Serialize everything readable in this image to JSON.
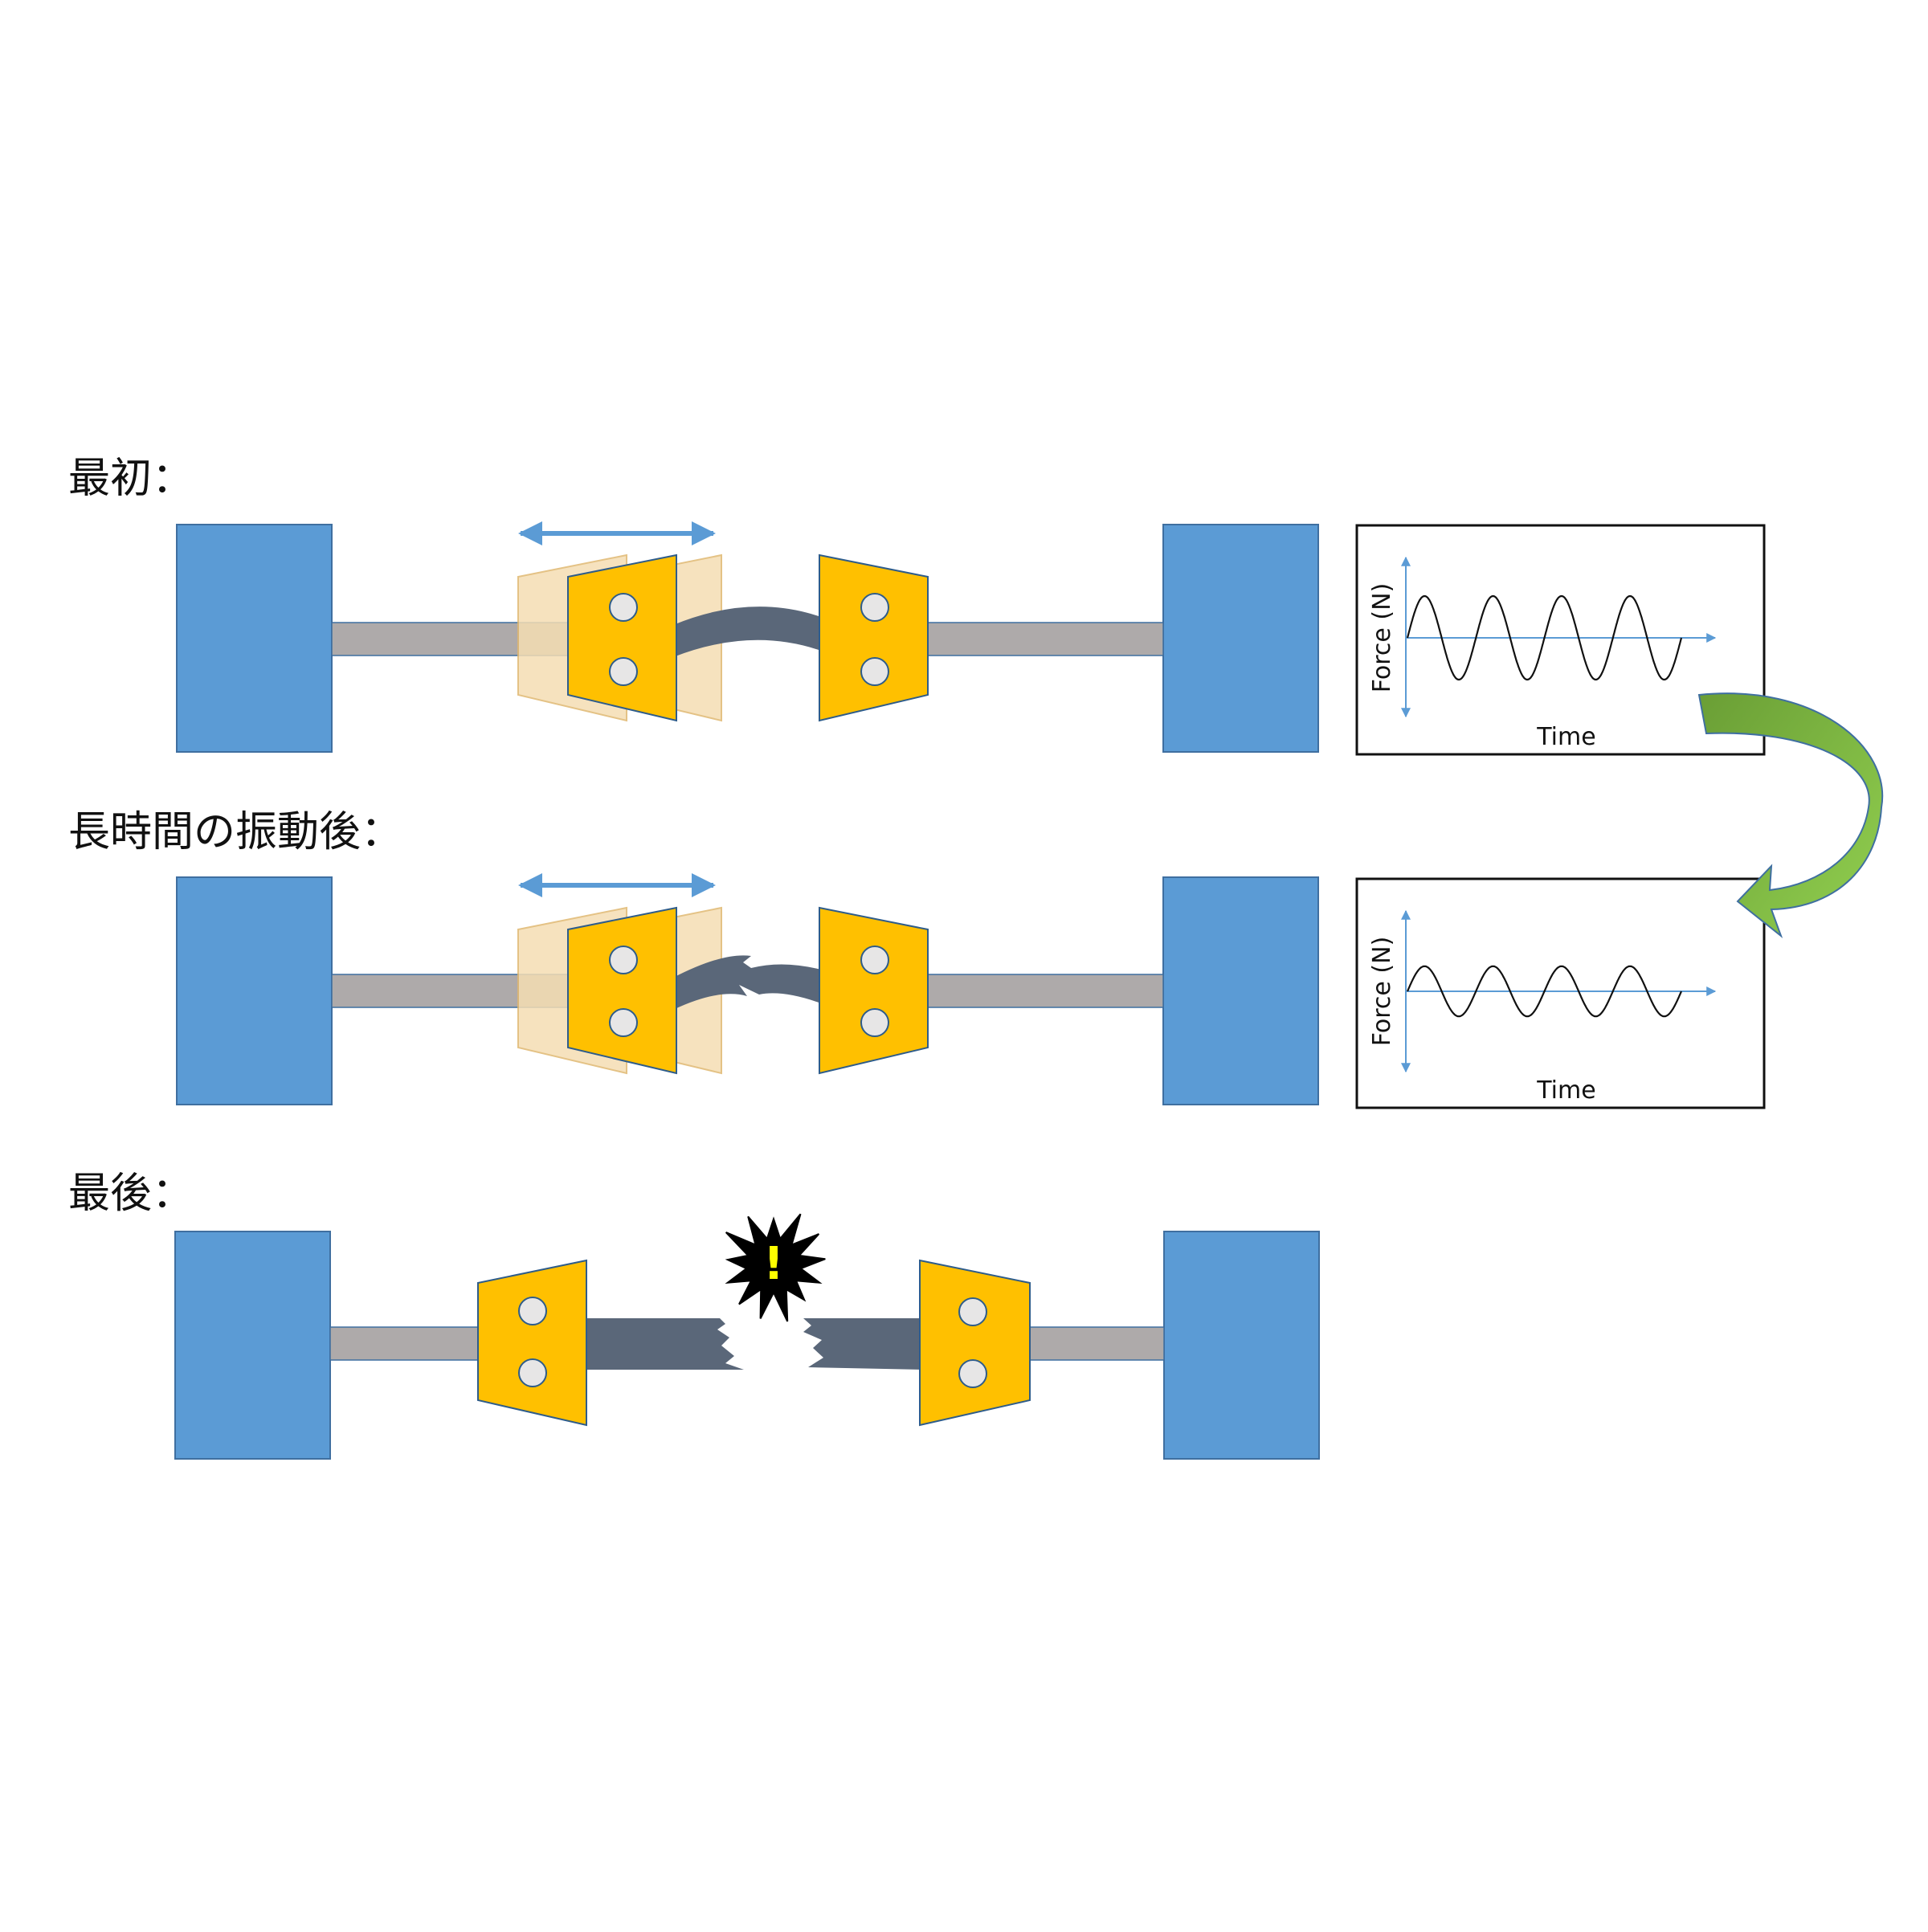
{
  "stages": [
    {
      "label": "最初："
    },
    {
      "label": "長時間の振動後："
    },
    {
      "label": "最後："
    }
  ],
  "graphs": [
    {
      "ylabel": "Force (N)",
      "xlabel": "Time",
      "cycles": 4,
      "amplitude": 1.0
    },
    {
      "ylabel": "Force (N)",
      "xlabel": "Time",
      "cycles": 4,
      "amplitude": 0.6
    }
  ],
  "alert_symbol": "!",
  "colors": {
    "support_block": "#5b9bd5",
    "support_stroke": "#3f6fa0",
    "rod": "#aeaaaa",
    "clamp": "#ffc000",
    "clamp_ghost": "#f5deb3",
    "bolt": "#e7e6e6",
    "specimen": "#5a6779",
    "motion_arrow": "#5b9bd5",
    "curved_arrow": "#7ab648",
    "alert_text": "#ffff00"
  },
  "icons": {
    "motion_arrow": "double-headed-arrow",
    "transition_arrow": "curved-arrow",
    "alert": "explosion-burst"
  }
}
